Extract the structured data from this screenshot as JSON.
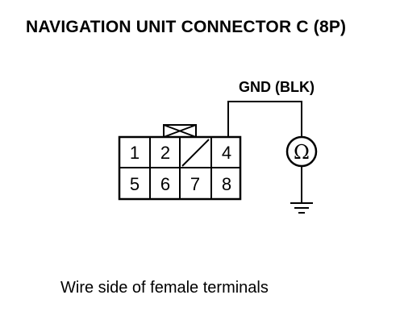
{
  "diagram": {
    "title": "NAVIGATION UNIT CONNECTOR C (8P)",
    "ground_label": "GND (BLK)",
    "caption": "Wire side of female terminals",
    "ohmmeter_symbol": "Ω",
    "terminals": [
      "1",
      "2",
      "4",
      "5",
      "6",
      "7",
      "8"
    ]
  }
}
